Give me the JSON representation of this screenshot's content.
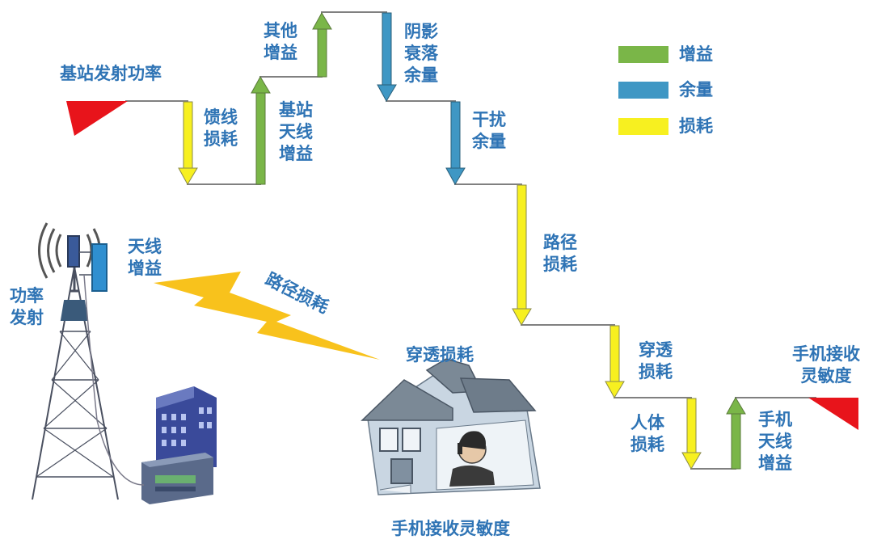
{
  "legend": [
    {
      "label": "增益",
      "color": "#7ab648"
    },
    {
      "label": "余量",
      "color": "#3f97c4"
    },
    {
      "label": "损耗",
      "color": "#f7f020"
    }
  ],
  "labels": {
    "bs_power": "基站发射功率",
    "feeder_loss": "馈线\n损耗",
    "bs_antenna_gain": "基站\n天线\n增益",
    "other_gain": "其他\n增益",
    "shadow_margin": "阴影\n衰落\n余量",
    "interference_margin": "干扰\n余量",
    "path_loss": "路径\n损耗",
    "penetration_loss": "穿透\n损耗",
    "body_loss": "人体\n损耗",
    "phone_antenna_gain": "手机\n天线\n增益",
    "phone_sensitivity": "手机接收\n灵敏度",
    "tower_antenna_gain": "天线\n增益",
    "tower_tx_power": "功率\n发射",
    "lightning_path_loss": "路径损耗",
    "house_penetration_loss": "穿透损耗",
    "house_sensitivity": "手机接收灵敏度"
  }
}
